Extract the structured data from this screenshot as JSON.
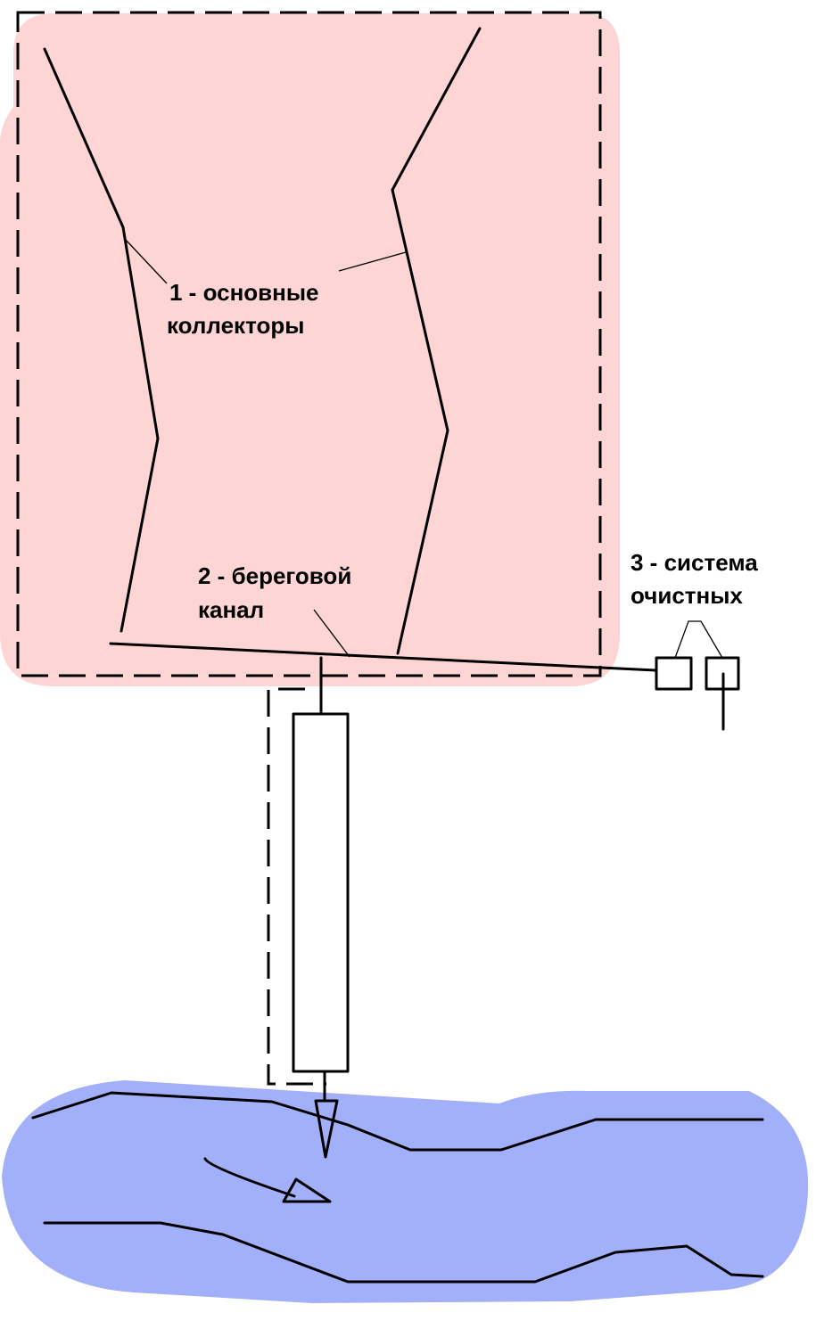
{
  "labels": {
    "collectors_line1": "1 - основные",
    "collectors_line2": "коллекторы",
    "channel_line1": "2 - береговой",
    "channel_line2": "канал",
    "treatment_line1": "3 - система",
    "treatment_line2": "очистных"
  },
  "colors": {
    "urban_zone": "#fdd5d5",
    "water_body": "#a1b0f8",
    "lines": "#000000"
  }
}
